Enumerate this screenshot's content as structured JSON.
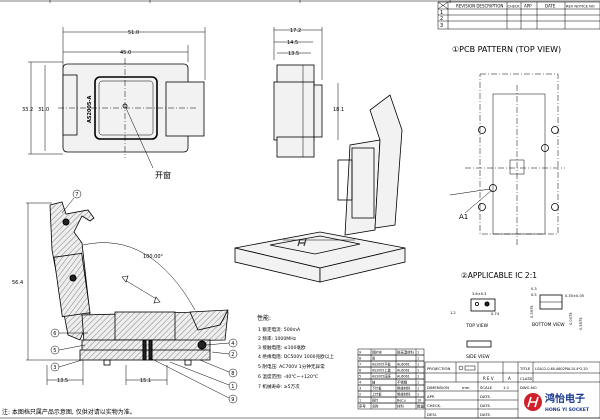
{
  "revision_table": {
    "headers": [
      "REVISION DESCRIPTION",
      "CHECK",
      "APP",
      "DATE",
      "REV NOTICE NO"
    ],
    "rows": [
      "1",
      "2",
      "3"
    ]
  },
  "top_view": {
    "model": "AS2005-A",
    "dims": {
      "width_outer": "51.0",
      "width_inner": "45.0",
      "height_outer": "33.2",
      "height_inner": "31.0"
    },
    "window_label": "开窗"
  },
  "side_view": {
    "dims": {
      "d1": "17.2",
      "d2": "14.5",
      "d3": "13.5",
      "d4": "18.1"
    }
  },
  "section_view": {
    "angle": "100.00°",
    "height": "56.4",
    "dim_left": "13.5",
    "dim_center": "15.1",
    "balloons": [
      "7",
      "6",
      "5",
      "3",
      "4",
      "2",
      "8",
      "1",
      "9"
    ]
  },
  "specs": {
    "title": "性能:",
    "items": [
      "1  额定电流: 500mA",
      "2  频率:       1000MHz",
      "3  接触电阻: ≤100毫欧",
      "4  绝缘电阻: DC500V 1000兆欧以上",
      "5  耐电压:    AC700V 1分钟无异常",
      "6  温度范围: -40℃~+120℃",
      "7  机械寿命: ≥5万次"
    ]
  },
  "bom": {
    "rows": [
      [
        "9",
        "保护块",
        "耐高温材料",
        "1"
      ],
      [
        "8",
        "簧",
        "",
        "1"
      ],
      [
        "7",
        "AS2005平板",
        "AL6061",
        "1"
      ],
      [
        "6",
        "AS2005上盖",
        "AL6061",
        "1"
      ],
      [
        "5",
        "AS2005底座",
        "AL6061",
        "1"
      ],
      [
        "4",
        "轴",
        "不锈钢",
        "1"
      ],
      [
        "3",
        "下针板",
        "绝缘材料",
        "1"
      ],
      [
        "2",
        "上针板",
        "绝缘材料",
        "1"
      ],
      [
        "1",
        "探针",
        "BeCu",
        "10"
      ]
    ],
    "header": [
      "序号",
      "名称",
      "材料",
      "数量"
    ]
  },
  "pcb_pattern": {
    "title": "①PCB PATTERN (TOP VIEW)",
    "a1_label": "A1"
  },
  "applicable_ic": {
    "title": "②APPLICABLE IC 2:1",
    "top_view_label": "TOP VIEW",
    "bottom_view_label": "BOTTOM VIEW",
    "side_view_label": "SIDE VIEW",
    "dims": [
      "3.6±0.3",
      "0.74",
      "1.2",
      "0.3",
      "0.5",
      "0.35±0.05",
      "0.3975",
      "0.0075",
      "0.5975"
    ]
  },
  "title_block": {
    "projection_label": "PROJECTION",
    "rev_label": "R E V",
    "rev_value": "A",
    "title_label": "TITLE",
    "title_value": "LGA12-0.60-A602PAL10.4*2.20",
    "class_label": "CLASS",
    "dimension_label": "DIMENSION",
    "dimension_unit": "mm",
    "scale_label": "SCALE",
    "scale_value": "1:1",
    "dwg_label": "DWG.NO",
    "approved_label": "APP.",
    "checked_label": "CHECK.",
    "designed_label": "DESI.",
    "date_label": "DATE.",
    "company_cn": "鸿怡电子",
    "company_en": "HONG YI SOCKET",
    "brand_color": "#d0202a",
    "brand_text_color": "#1a3a8f"
  },
  "note": "注: 本图档只属产品示意图, 仅供对请以实物为准。"
}
